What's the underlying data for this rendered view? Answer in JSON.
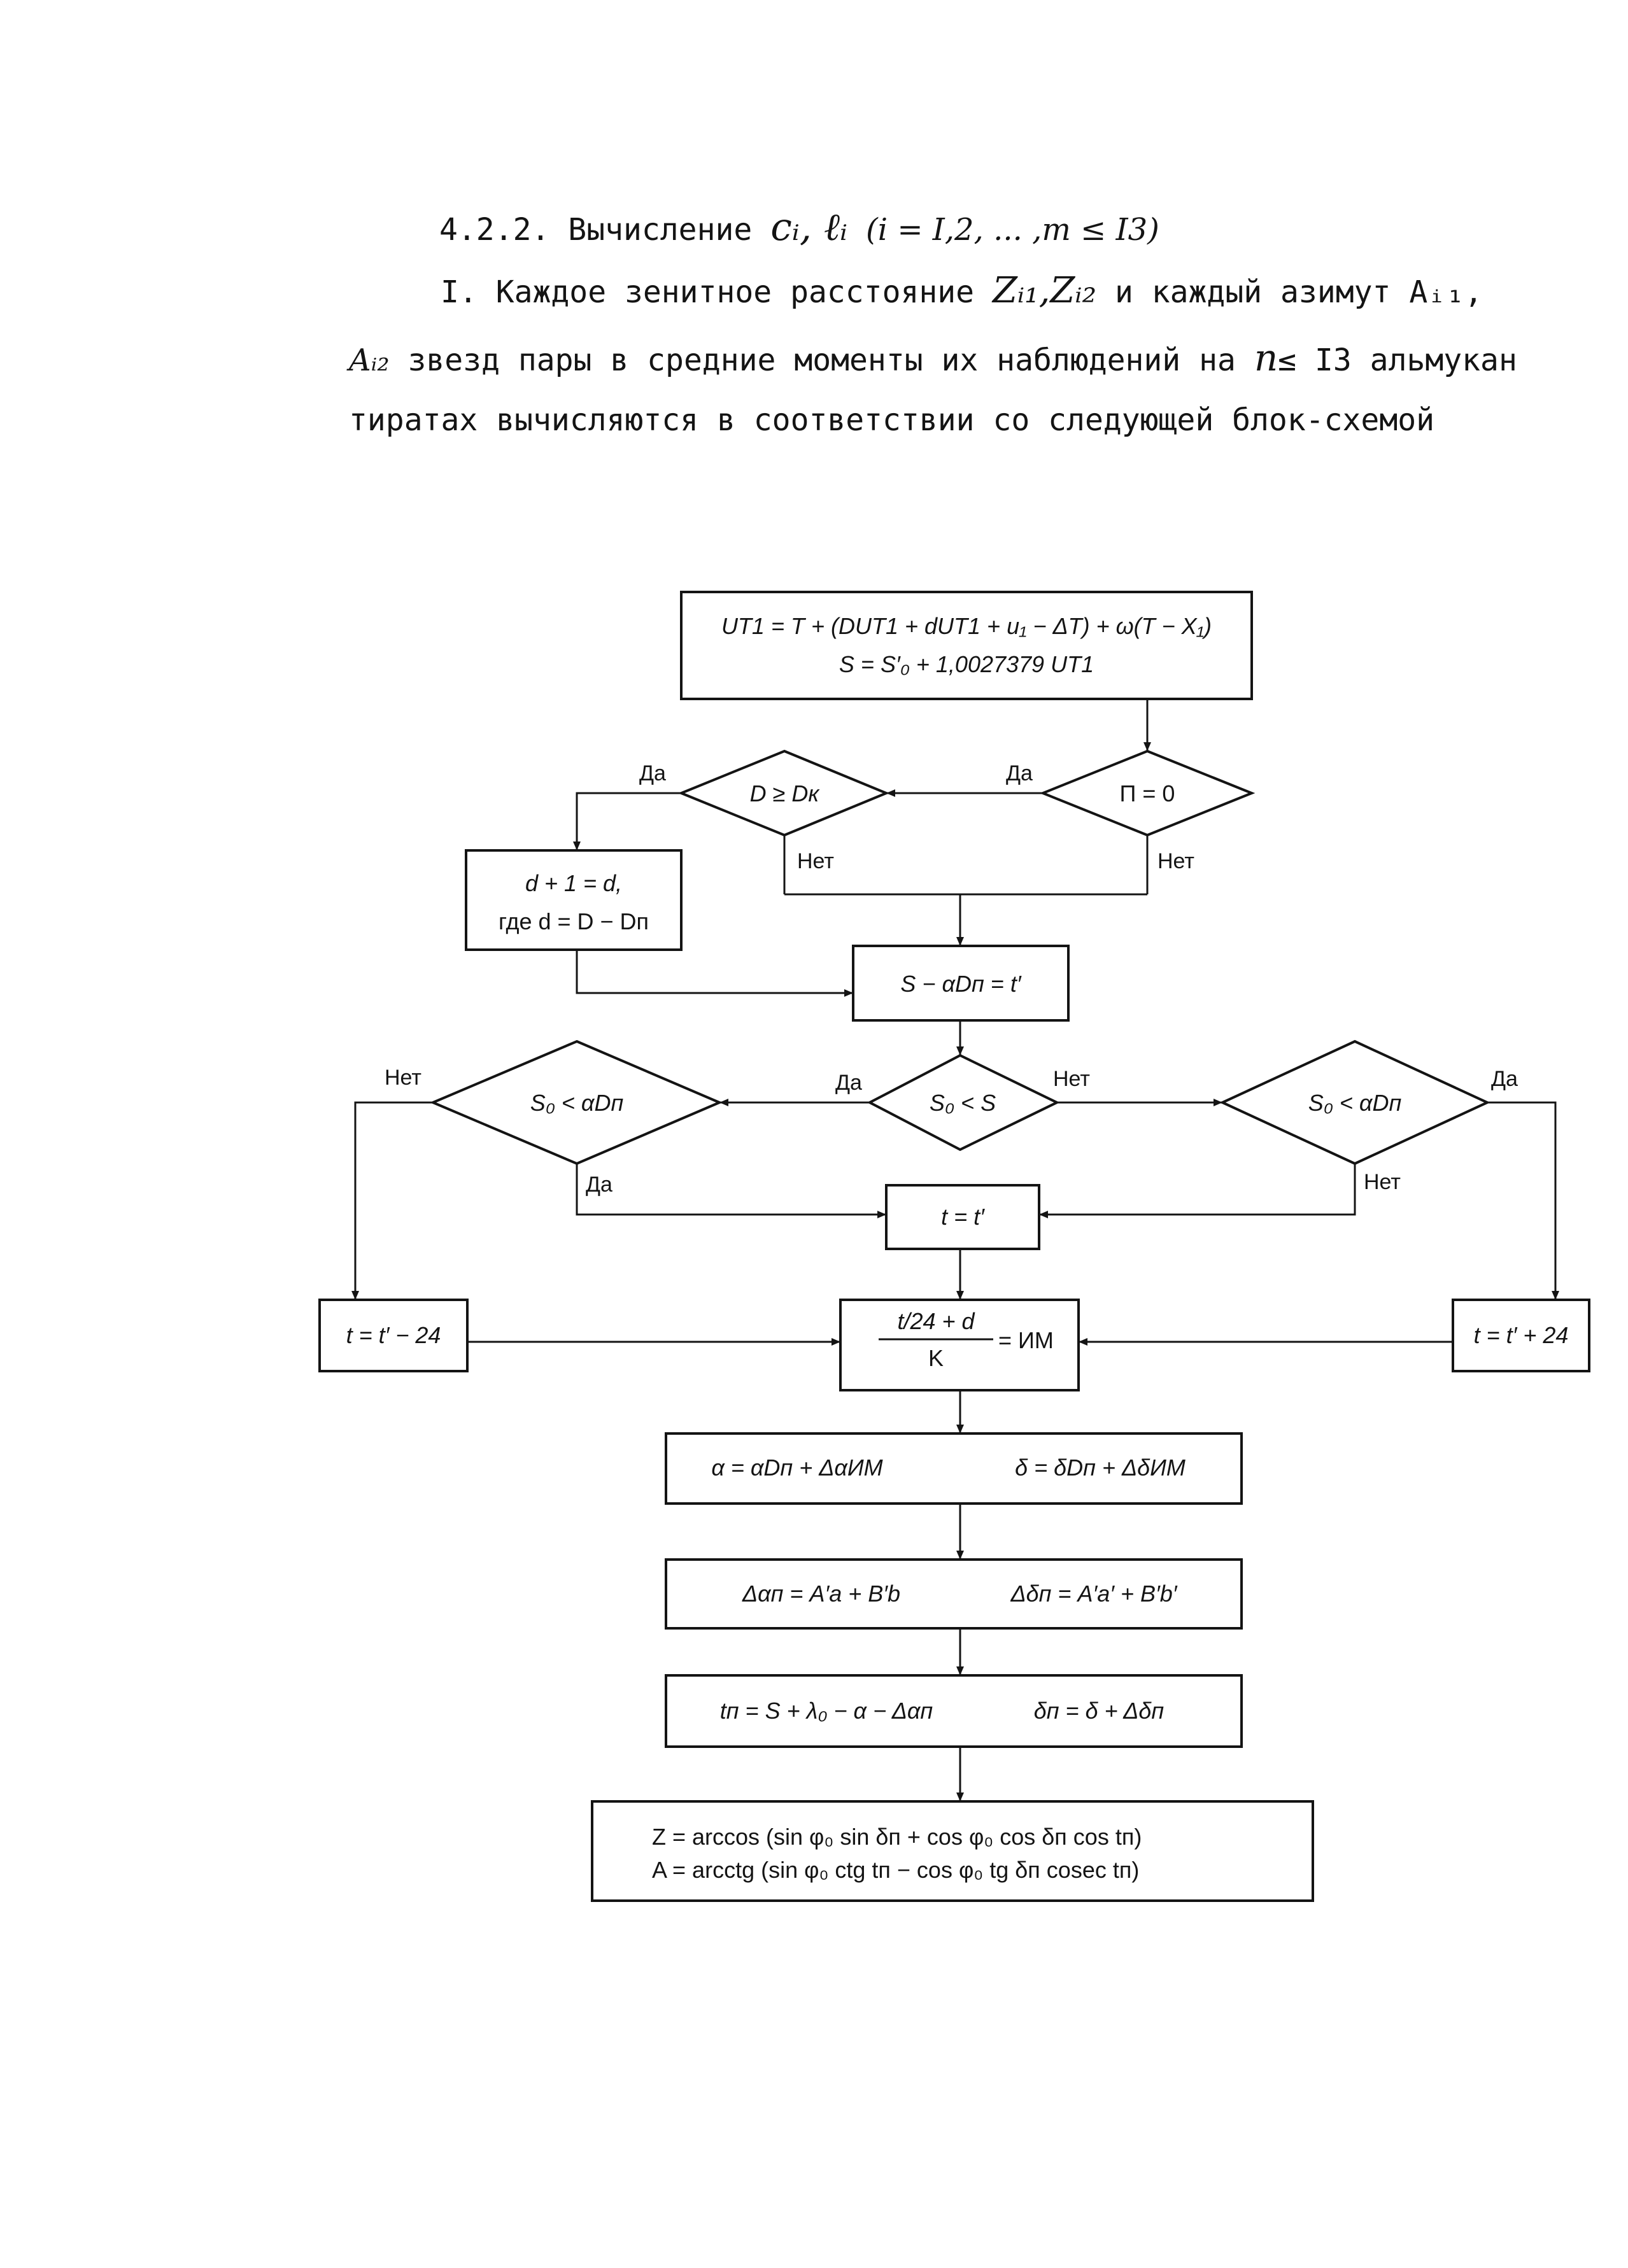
{
  "header": {
    "heading_num": "4.2.2. Вычисление",
    "heading_math": "cᵢ, ℓᵢ",
    "heading_tail": "(i = I,2, ... ,m ≤ I3)",
    "para1_start": "I. Каждое зенитное расстояние",
    "para1_z": "Zᵢ₁,Zᵢ₂",
    "para1_end": "и каждый азимут Aᵢ₁,",
    "para2_a": "Aᵢ₂",
    "para2_mid": "звезд пары в средние моменты их наблюдений на",
    "para2_n": "n",
    "para2_end": "≤ I3 альмукан",
    "para3": "тиратах вычисляются в соответствии со следующей блок-схемой"
  },
  "flowchart": {
    "box_ut1": {
      "line1": "UT1 = T + (DUT1 + dUT1 + u₁ − ΔT) + ω(T − X₁)",
      "line2": "S = S′₀ + 1,0027379 UT1"
    },
    "dec_n0": {
      "text": "П = 0",
      "yes": "Да",
      "no": "Нет"
    },
    "dec_dk": {
      "text": "D ≥ Dк",
      "yes": "Да",
      "no": "Нет"
    },
    "box_d": {
      "line1": "d + 1 = d,",
      "line2": "где d = D − Dп"
    },
    "box_tprime": {
      "text": "S − αDп = t′"
    },
    "dec_s0s": {
      "text": "S₀ < S",
      "yes": "Да",
      "no": "Нет"
    },
    "dec_left": {
      "text": "S₀ < αDп",
      "yes": "Да",
      "no": "Нет"
    },
    "dec_right": {
      "text": "S₀ < αDп",
      "yes": "Да",
      "no": "Нет"
    },
    "box_t_eq": {
      "text": "t = t′"
    },
    "box_t_minus": {
      "text": "t = t′ − 24"
    },
    "box_t_plus": {
      "text": "t = t′ + 24"
    },
    "box_im": {
      "numerator": "t/24 + d",
      "denominator": "K",
      "result": "= ИМ"
    },
    "box_alpha": {
      "left": "α = αDп + ΔαИМ",
      "right": "δ = δDп + ΔδИМ"
    },
    "box_dalpha": {
      "left": "Δαп = A′a + B′b",
      "right": "Δδп = A′a′ + B′b′"
    },
    "box_tn": {
      "left": "tп = S + λ₀ − α − Δαп",
      "right": "δп = δ + Δδп"
    },
    "box_za": {
      "line1": "Z = arccos (sin φ₀ sin δп + cos φ₀ cos δп cos tп)",
      "line2": "A = arcctg (sin φ₀ ctg tп − cos φ₀ tg δп cosec tп)"
    }
  }
}
